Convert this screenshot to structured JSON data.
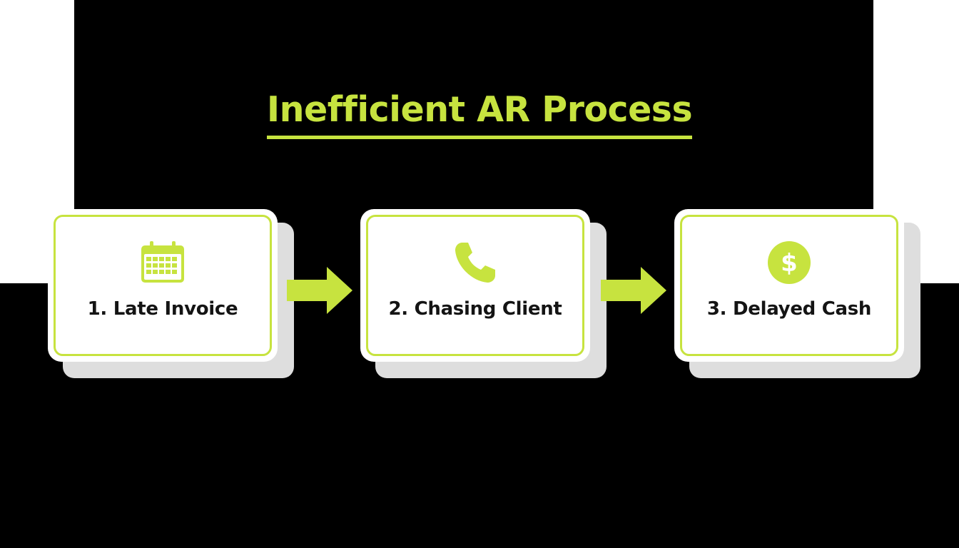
{
  "title": "Inefficient AR Process",
  "colors": {
    "accent": "#c7e33f",
    "background": "#000000",
    "card": "#ffffff",
    "text": "#141414"
  },
  "steps": [
    {
      "label": "1. Late Invoice",
      "icon": "calendar-icon"
    },
    {
      "label": "2. Chasing Client",
      "icon": "phone-icon"
    },
    {
      "label": "3. Delayed Cash",
      "icon": "dollar-coin-icon"
    }
  ],
  "connectors": [
    {
      "from": "1. Late Invoice",
      "to": "2. Chasing Client",
      "icon": "arrow-right-icon"
    },
    {
      "from": "2. Chasing Client",
      "to": "3. Delayed Cash",
      "icon": "arrow-right-icon"
    }
  ]
}
